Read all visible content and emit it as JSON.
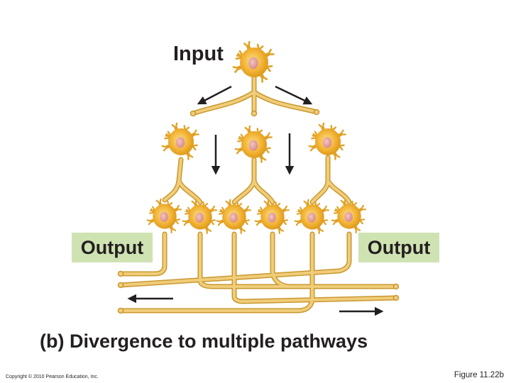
{
  "labels": {
    "input": "Input",
    "output_left": "Output",
    "output_right": "Output"
  },
  "caption": "(b) Divergence to multiple pathways",
  "copyright": "Copyright © 2010 Pearson Education, Inc.",
  "figure_number": "Figure 11.22b",
  "colors": {
    "neuron_body": "#f2b233",
    "neuron_body_light": "#f9d36b",
    "axon": "#e8c46a",
    "axon_edge": "#c9982f",
    "nucleus": "#e7a1a0",
    "output_box": "#cfe3b2",
    "arrow": "#231f20"
  },
  "neurons": [
    {
      "id": "input-neuron",
      "layer": "input"
    },
    {
      "id": "middle-neuron-left",
      "layer": "middle"
    },
    {
      "id": "middle-neuron-center",
      "layer": "middle"
    },
    {
      "id": "middle-neuron-right",
      "layer": "middle"
    },
    {
      "id": "output-neuron-1",
      "layer": "output"
    },
    {
      "id": "output-neuron-2",
      "layer": "output"
    },
    {
      "id": "output-neuron-3",
      "layer": "output"
    },
    {
      "id": "output-neuron-4",
      "layer": "output"
    },
    {
      "id": "output-neuron-5",
      "layer": "output"
    },
    {
      "id": "output-neuron-6",
      "layer": "output"
    }
  ],
  "edges": [
    {
      "from": "input-neuron",
      "to": "middle-neuron-left"
    },
    {
      "from": "input-neuron",
      "to": "middle-neuron-center"
    },
    {
      "from": "input-neuron",
      "to": "middle-neuron-right"
    },
    {
      "from": "middle-neuron-left",
      "to": "output-neuron-1"
    },
    {
      "from": "middle-neuron-left",
      "to": "output-neuron-2"
    },
    {
      "from": "middle-neuron-center",
      "to": "output-neuron-3"
    },
    {
      "from": "middle-neuron-center",
      "to": "output-neuron-4"
    },
    {
      "from": "middle-neuron-right",
      "to": "output-neuron-5"
    },
    {
      "from": "middle-neuron-right",
      "to": "output-neuron-6"
    }
  ]
}
